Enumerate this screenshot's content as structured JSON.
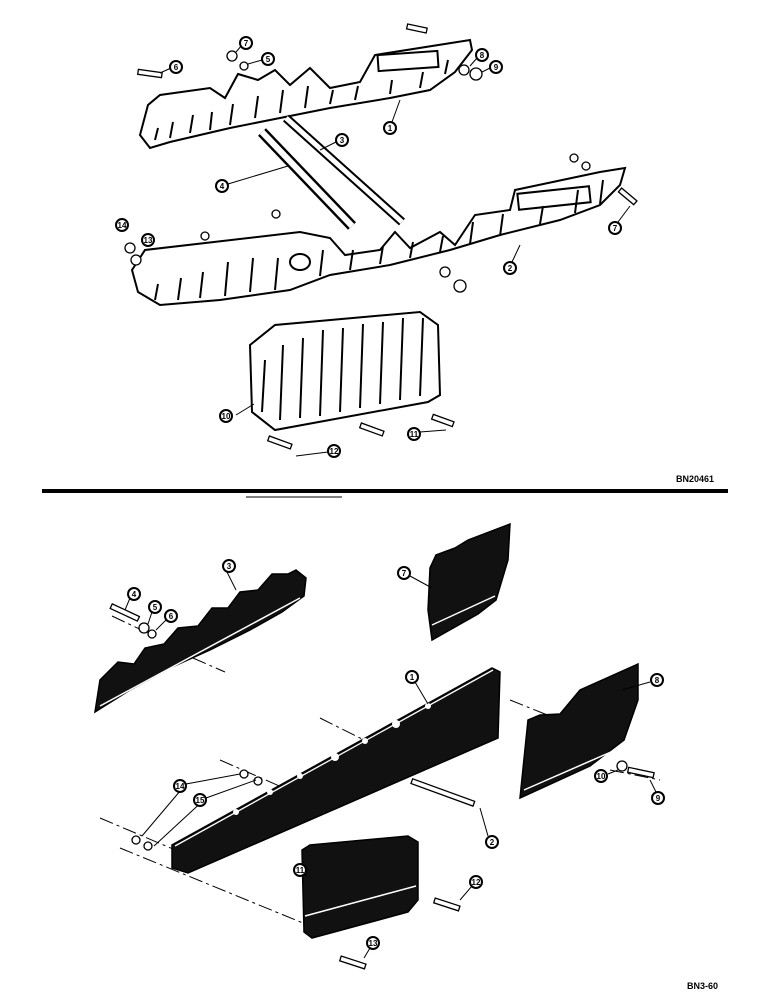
{
  "top_diagram": {
    "code": "BN20461",
    "callouts": [
      "1",
      "2",
      "3",
      "4",
      "5",
      "6",
      "7",
      "7",
      "8",
      "9",
      "10",
      "11",
      "12",
      "13",
      "14"
    ]
  },
  "bottom_diagram": {
    "code": "BN3-60",
    "callouts": [
      "1",
      "2",
      "3",
      "4",
      "5",
      "6",
      "7",
      "8",
      "9",
      "10",
      "11",
      "12",
      "13",
      "14",
      "15"
    ]
  },
  "colors": {
    "ink": "#000000",
    "paper": "#ffffff",
    "fill_dark": "#111111"
  }
}
